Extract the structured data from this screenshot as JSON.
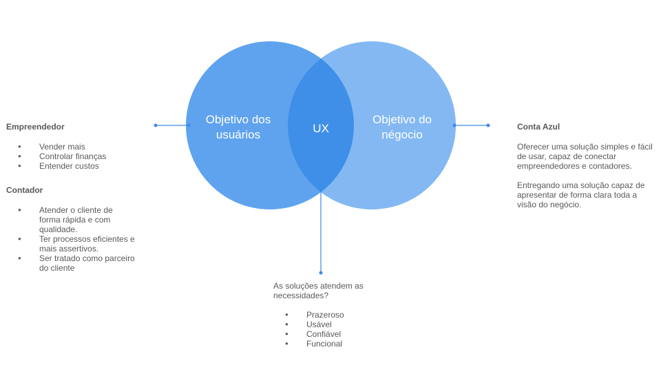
{
  "venn": {
    "left_label_line1": "Objetivo dos",
    "left_label_line2": "usuários",
    "right_label_line1": "Objetivo do",
    "right_label_line2": "négocio",
    "center_label": "UX",
    "colors": {
      "left_circle": "#5fa3ee",
      "right_circle": "#83b8f3",
      "intersection": "#3f8fe8",
      "connector": "#3d8ce6",
      "label_text": "#ffffff"
    }
  },
  "left": {
    "group1_title": "Empreendedor",
    "group1_items": [
      "Vender mais",
      "Controlar finanças",
      "Entender custos"
    ],
    "group2_title": "Contador",
    "group2_items": [
      "Atender o cliente de forma rápida e com qualidade.",
      "Ter processos eficientes e mais assertivos.",
      "Ser tratado como parceiro do cliente"
    ]
  },
  "right": {
    "title": "Conta Azul",
    "paragraph1": "Oferecer uma solução simples e fácil de usar, capaz de conectar empreendedores e contadores.",
    "paragraph2": "Entregando uma solução capaz de apresentar de forma clara toda a visão do negócio."
  },
  "bottom": {
    "question": "As soluções atendem as necessidades?",
    "items": [
      "Prazeroso",
      "Usável",
      "Confiável",
      "Funcional"
    ]
  }
}
